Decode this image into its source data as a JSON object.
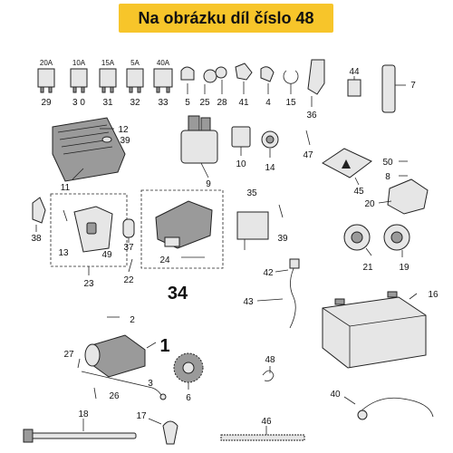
{
  "header": {
    "title": "Na obrázku díl číslo 48",
    "color": "#f7c52a"
  },
  "fuses": [
    "20A",
    "10A",
    "15A",
    "5A",
    "40A"
  ],
  "callouts": {
    "c29": "29",
    "c30": "3 0",
    "c31": "31",
    "c32": "32",
    "c33": "33",
    "c5": "5",
    "c25": "25",
    "c28": "28",
    "c41": "41",
    "c4": "4",
    "c15": "15",
    "c36": "36",
    "c44": "44",
    "c7": "7",
    "c12": "12",
    "c39a": "39",
    "c11": "11",
    "c9": "9",
    "c10": "10",
    "c14": "14",
    "c47": "47",
    "c45": "45",
    "c50": "50",
    "c8": "8",
    "c20": "20",
    "c38": "38",
    "c13": "13",
    "c49": "49",
    "c23": "23",
    "c37": "37",
    "c22": "22",
    "c24": "24",
    "c34": "34",
    "c35": "35",
    "c39b": "39",
    "c21": "21",
    "c19": "19",
    "c42": "42",
    "c43": "43",
    "c16": "16",
    "c2": "2",
    "c1": "1",
    "c27": "27",
    "c3": "3",
    "c26": "26",
    "c6": "6",
    "c48": "48",
    "c40": "40",
    "c18": "18",
    "c17": "17",
    "c46": "46"
  },
  "icons": {
    "warning": "hazard-triangle-icon"
  }
}
